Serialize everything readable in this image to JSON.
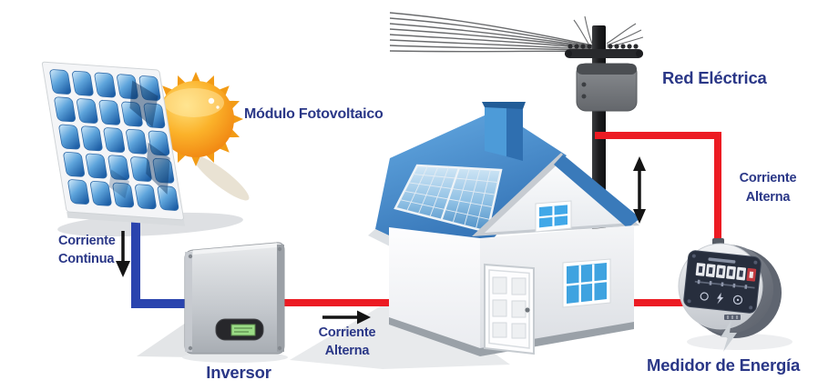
{
  "labels": {
    "module": "Módulo Fotovoltaico",
    "dc_line1": "Corriente",
    "dc_line2": "Continua",
    "inverter": "Inversor",
    "ac_mid_line1": "Corriente",
    "ac_mid_line2": "Alterna",
    "grid": "Red Eléctrica",
    "ac_right_line1": "Corriente",
    "ac_right_line2": "Alterna",
    "meter": "Medidor de Energía"
  },
  "colors": {
    "label-navy": "#2A3787",
    "dc-blue": "#2A44AE",
    "ac-red": "#EC1B23",
    "arrow-black": "#141414"
  },
  "icons": {
    "sun-icon": "sun disc with triangular rays",
    "solar-panel-icon": "tilted PV panel, 5x5 blue cells",
    "rooftop-panel-icon": "PV array on house roof",
    "inverter-icon": "gray inverter box with green LCD",
    "house-icon": "house with blue roof and chimney",
    "utility-pole-icon": "pole with crossarm, wires and transformer",
    "energy-meter-icon": "round meter with dark dial plate",
    "lightning-bolt-icon": "bolt watermark on meter body",
    "dc-arrow-icon": "black down arrow",
    "ac-arrow-icon": "black right arrow",
    "ac-double-arrow-icon": "black up-down arrow"
  }
}
